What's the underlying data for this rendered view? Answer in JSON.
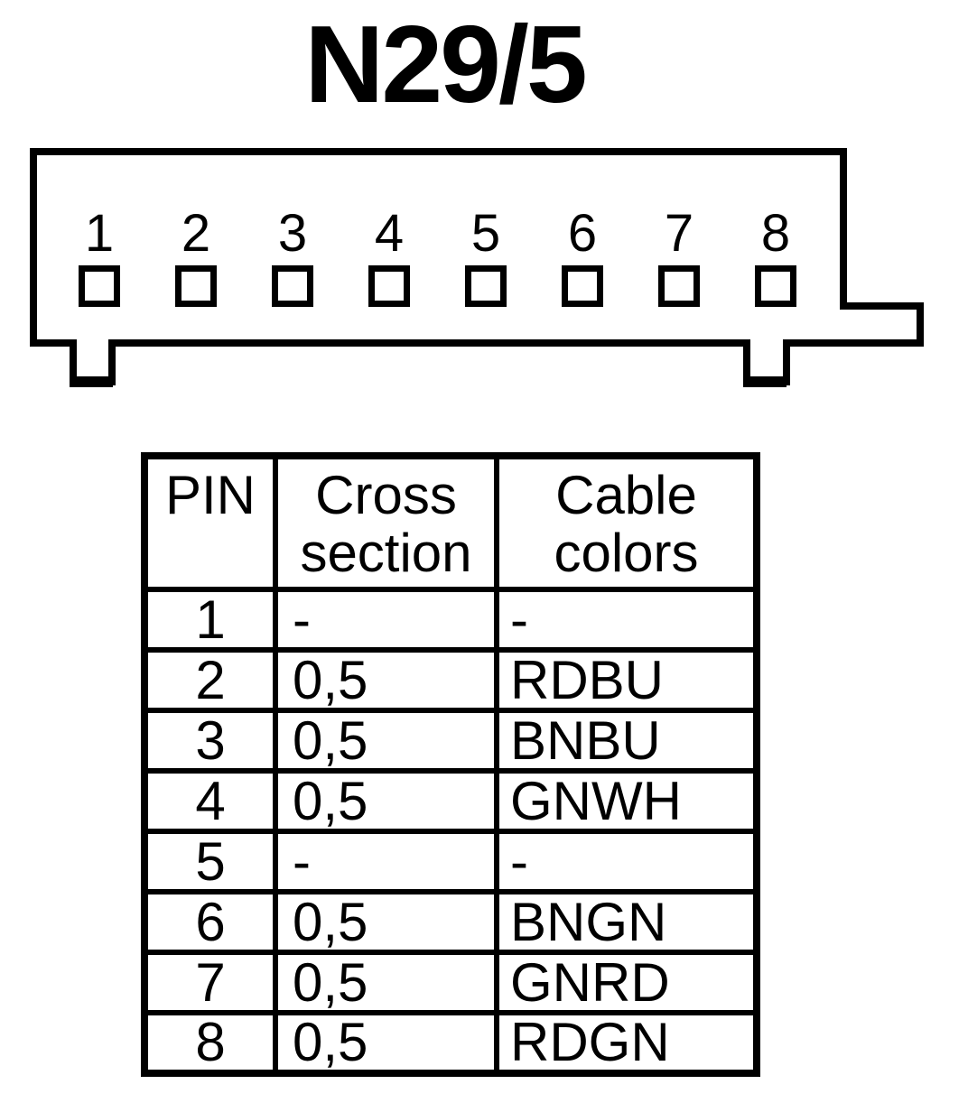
{
  "title": "N29/5",
  "colors": {
    "ink": "#000000",
    "background": "#ffffff"
  },
  "connector": {
    "pins": [
      "1",
      "2",
      "3",
      "4",
      "5",
      "6",
      "7",
      "8"
    ]
  },
  "table": {
    "headers": [
      "PIN",
      "Cross section",
      "Cable colors"
    ],
    "rows": [
      {
        "pin": "1",
        "cross_section": "-",
        "cable_color": "-"
      },
      {
        "pin": "2",
        "cross_section": "0,5",
        "cable_color": "RDBU"
      },
      {
        "pin": "3",
        "cross_section": "0,5",
        "cable_color": "BNBU"
      },
      {
        "pin": "4",
        "cross_section": "0,5",
        "cable_color": "GNWH"
      },
      {
        "pin": "5",
        "cross_section": "-",
        "cable_color": "-"
      },
      {
        "pin": "6",
        "cross_section": "0,5",
        "cable_color": "BNGN"
      },
      {
        "pin": "7",
        "cross_section": "0,5",
        "cable_color": "GNRD"
      },
      {
        "pin": "8",
        "cross_section": "0,5",
        "cable_color": "RDGN"
      }
    ]
  }
}
